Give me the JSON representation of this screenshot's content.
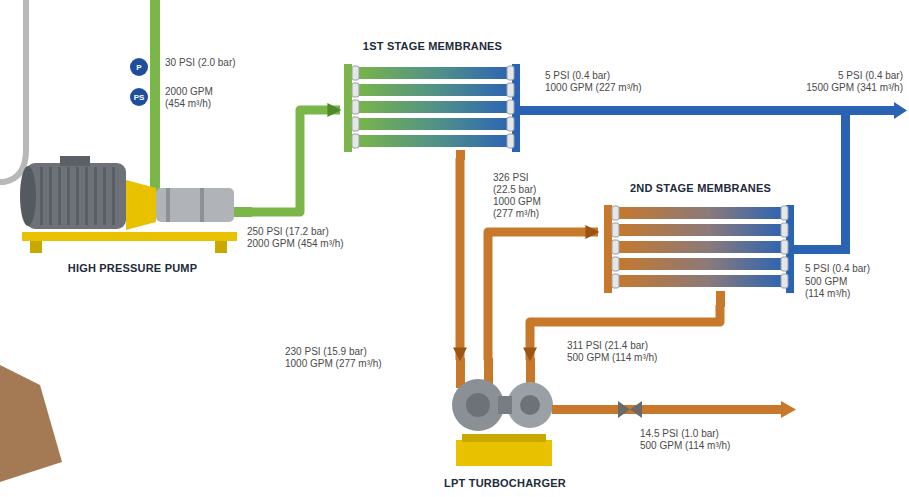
{
  "diagram": {
    "nodes": [
      {
        "text": [
          "1ST STAGE MEMBRANES"
        ]
      },
      {
        "text": [
          "P"
        ]
      },
      {
        "text": [
          "PS"
        ]
      },
      {
        "text": [
          "2ND STAGE MEMBRANES"
        ]
      },
      {
        "text": [
          "HIGH PRESSURE PUMP"
        ]
      },
      {
        "text": [
          "LPT TURBOCHARGER"
        ]
      }
    ],
    "edges": [
      {
        "from": 4,
        "to": 0,
        "arrow": "to"
      },
      {
        "from": 0,
        "to": 5,
        "arrow": "to"
      },
      {
        "from": 5,
        "to": 3,
        "arrow": "to"
      },
      {
        "from": 3,
        "to": 5,
        "arrow": "to"
      }
    ],
    "labels": [
      "30 PSI (2.0 bar)",
      "2000 GPM (454 m³/h)",
      "250 PSI (17.2 bar)",
      "2000 GPM (454 m³/h)",
      "5 PSI (0.4 bar)",
      "1000 GPM (227 m³/h)",
      "5 PSI (0.4 bar)",
      "1500 GPM (341 m³/h)",
      "326 PSI (22.5 bar)",
      "1000 GPM (277 m³/h)",
      "5 PSI (0.4 bar)",
      "500 GPM (114 m³/h)",
      "230 PSI (15.9 bar)",
      "1000 GPM (277 m³/h)",
      "311 PSI (21.4 bar)",
      "500 GPM (114 m³/h)",
      "14.5 PSI (1.0 bar)",
      "500 GPM (114 m³/h)"
    ]
  }
}
